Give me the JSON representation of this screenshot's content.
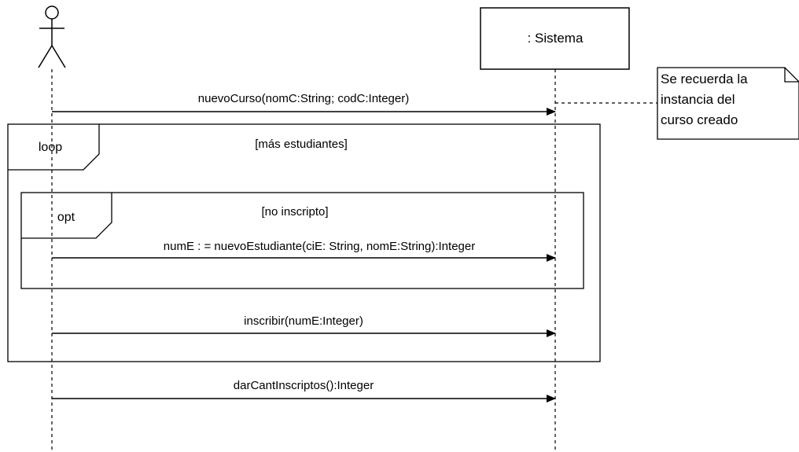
{
  "participants": {
    "actor": {
      "label": ""
    },
    "system": {
      "label": ": Sistema"
    }
  },
  "note": {
    "lines": [
      "Se recuerda la",
      "instancia del",
      "curso creado"
    ]
  },
  "frames": {
    "loop": {
      "keyword": "loop",
      "guard": "[más estudiantes]"
    },
    "opt": {
      "keyword": "opt",
      "guard": "[no inscripto]"
    }
  },
  "messages": [
    {
      "label": "nuevoCurso(nomC:String; codC:Integer)"
    },
    {
      "label": "numE : = nuevoEstudiante(ciE: String, nomE:String):Integer"
    },
    {
      "label": "inscribir(numE:Integer)"
    },
    {
      "label": "darCantInscriptos():Integer"
    }
  ]
}
